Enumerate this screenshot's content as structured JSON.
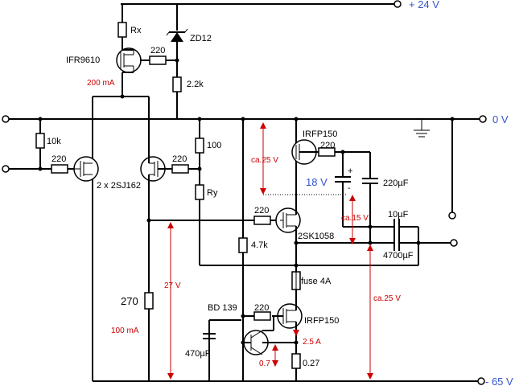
{
  "rails": {
    "pos24": "+ 24 V",
    "zero": "0 V",
    "neg65": "- 65 V"
  },
  "components": {
    "rx": "Rx",
    "zd12": "ZD12",
    "ifr9610": "IFR9610",
    "r220_top": "220",
    "r2k2": "2.2k",
    "i200": "200 mA",
    "r10k": "10k",
    "r220_in": "220",
    "sj162": "2 x 2SJ162",
    "r220_mid": "220",
    "r100": "100",
    "ry": "Ry",
    "irfp150_top": "IRFP150",
    "r220_irfp_top": "220",
    "c220": "220µF",
    "v18": "18 V",
    "plus": "+",
    "minus": "-",
    "r220_sk": "220",
    "sk1058": "2SK1058",
    "r4k7": "4.7k",
    "c10": "10µF",
    "c4700": "4700µF",
    "fuse": "fuse 4A",
    "r270": "270",
    "bd139": "BD 139",
    "r220_bot": "220",
    "irfp150_bot": "IRFP150",
    "c470": "470µF",
    "r027": "0.27",
    "i100": "100 mA"
  },
  "annotations": {
    "v25a": "ca.25 V",
    "v15": "ca.15 V",
    "v25b": "ca.25 V",
    "v27": "27 V",
    "v07": "0.7 V",
    "i25": "2.5 A"
  }
}
